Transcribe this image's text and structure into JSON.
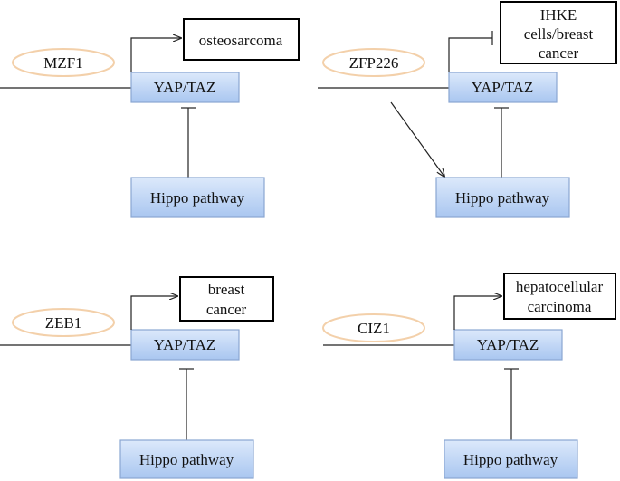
{
  "colors": {
    "box_fill_top": "#dce9fb",
    "box_fill_bottom": "#a9c6f0",
    "box_stroke": "#8aa6d2",
    "ellipse_stroke": "#f3d0aa",
    "line": "#222222"
  },
  "panels": [
    {
      "factor": "MZF1",
      "target_lines": [
        "osteosarcoma"
      ],
      "effect": "activation",
      "factor_to_hippo": false,
      "yap": "YAP/TAZ",
      "hippo": "Hippo pathway"
    },
    {
      "factor": "ZFP226",
      "target_lines": [
        "IHKE",
        "cells/breast",
        "cancer"
      ],
      "effect": "inhibition",
      "factor_to_hippo": true,
      "yap": "YAP/TAZ",
      "hippo": "Hippo pathway"
    },
    {
      "factor": "ZEB1",
      "target_lines": [
        "breast",
        "cancer"
      ],
      "effect": "activation",
      "factor_to_hippo": false,
      "yap": "YAP/TAZ",
      "hippo": "Hippo pathway"
    },
    {
      "factor": "CIZ1",
      "target_lines": [
        "hepatocellular",
        "carcinoma"
      ],
      "effect": "activation",
      "factor_to_hippo": false,
      "yap": "YAP/TAZ",
      "hippo": "Hippo pathway"
    }
  ]
}
